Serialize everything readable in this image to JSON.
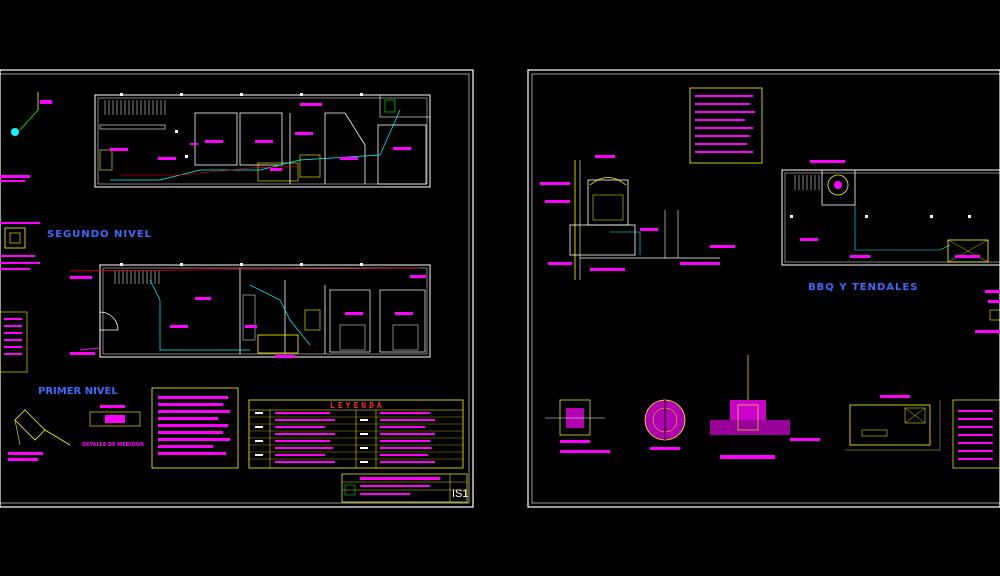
{
  "labels": {
    "segundo_nivel": "SEGUNDO NIVEL",
    "primer_nivel": "PRIMER NIVEL",
    "bbq": "BBQ Y TENDALES",
    "leyenda": "LEYENDA",
    "detalle_medidor": "DETALLE DE MEDIDOR",
    "sheet": "IS1"
  },
  "colors": {
    "background": "#000000",
    "frame": "#ffffff",
    "wall": "#ffffff",
    "text_annotation": "#ff00ff",
    "title_label": "#3b6cff",
    "pipe_cold": "#00ffff",
    "pipe_hot": "#ff0000",
    "legend_frame": "#ffff00",
    "fixture": "#ffff00",
    "green": "#00ff00"
  }
}
